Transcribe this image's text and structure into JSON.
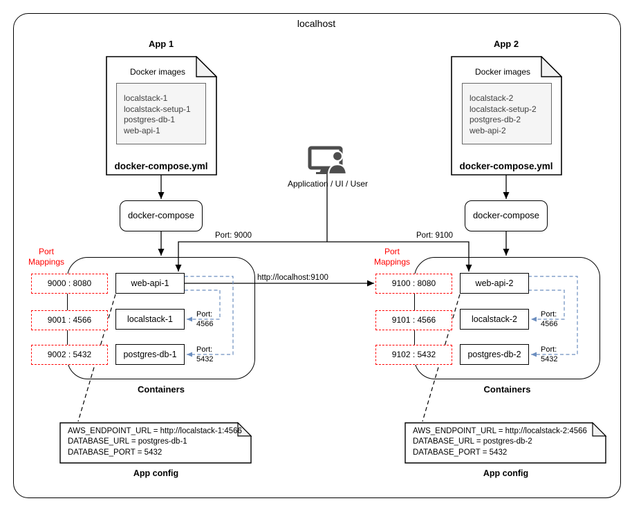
{
  "title": "localhost",
  "colors": {
    "mapping_red": "#FF0000",
    "link_blue": "#6C8EBF",
    "line_black": "#000000",
    "icon_gray": "#4D4D4D",
    "list_fill": "#F5F5F5"
  },
  "center": {
    "user_label": "Application / UI / User",
    "icon": "monitor-user-icon"
  },
  "link": {
    "url_label": "http://localhost:9100"
  },
  "apps": [
    {
      "title": "App 1",
      "images_title": "Docker images",
      "images": [
        "localstack-1",
        "localstack-setup-1",
        "postgres-db-1",
        "web-api-1"
      ],
      "compose_file": "docker-compose.yml",
      "compose_cmd": "docker-compose",
      "inbound_port": "Port: 9000",
      "port_mappings_title": [
        "Port",
        "Mappings"
      ],
      "port_mappings": [
        "9000 : 8080",
        "9001 : 4566",
        "9002 : 5432"
      ],
      "containers_title": "Containers",
      "containers": [
        "web-api-1",
        "localstack-1",
        "postgres-db-1"
      ],
      "service_ports": [
        {
          "label": "Port:",
          "value": "4566"
        },
        {
          "label": "Port:",
          "value": "5432"
        }
      ],
      "config": [
        "AWS_ENDPOINT_URL = http://localstack-1:4566",
        "DATABASE_URL = postgres-db-1",
        "DATABASE_PORT = 5432"
      ],
      "config_caption": "App config"
    },
    {
      "title": "App 2",
      "images_title": "Docker images",
      "images": [
        "localstack-2",
        "localstack-setup-2",
        "postgres-db-2",
        "web-api-2"
      ],
      "compose_file": "docker-compose.yml",
      "compose_cmd": "docker-compose",
      "inbound_port": "Port: 9100",
      "port_mappings_title": [
        "Port",
        "Mappings"
      ],
      "port_mappings": [
        "9100 : 8080",
        "9101 : 4566",
        "9102 : 5432"
      ],
      "containers_title": "Containers",
      "containers": [
        "web-api-2",
        "localstack-2",
        "postgres-db-2"
      ],
      "service_ports": [
        {
          "label": "Port:",
          "value": "4566"
        },
        {
          "label": "Port:",
          "value": "5432"
        }
      ],
      "config": [
        "AWS_ENDPOINT_URL = http://localstack-2:4566",
        "DATABASE_URL = postgres-db-2",
        "DATABASE_PORT = 5432"
      ],
      "config_caption": "App config"
    }
  ]
}
